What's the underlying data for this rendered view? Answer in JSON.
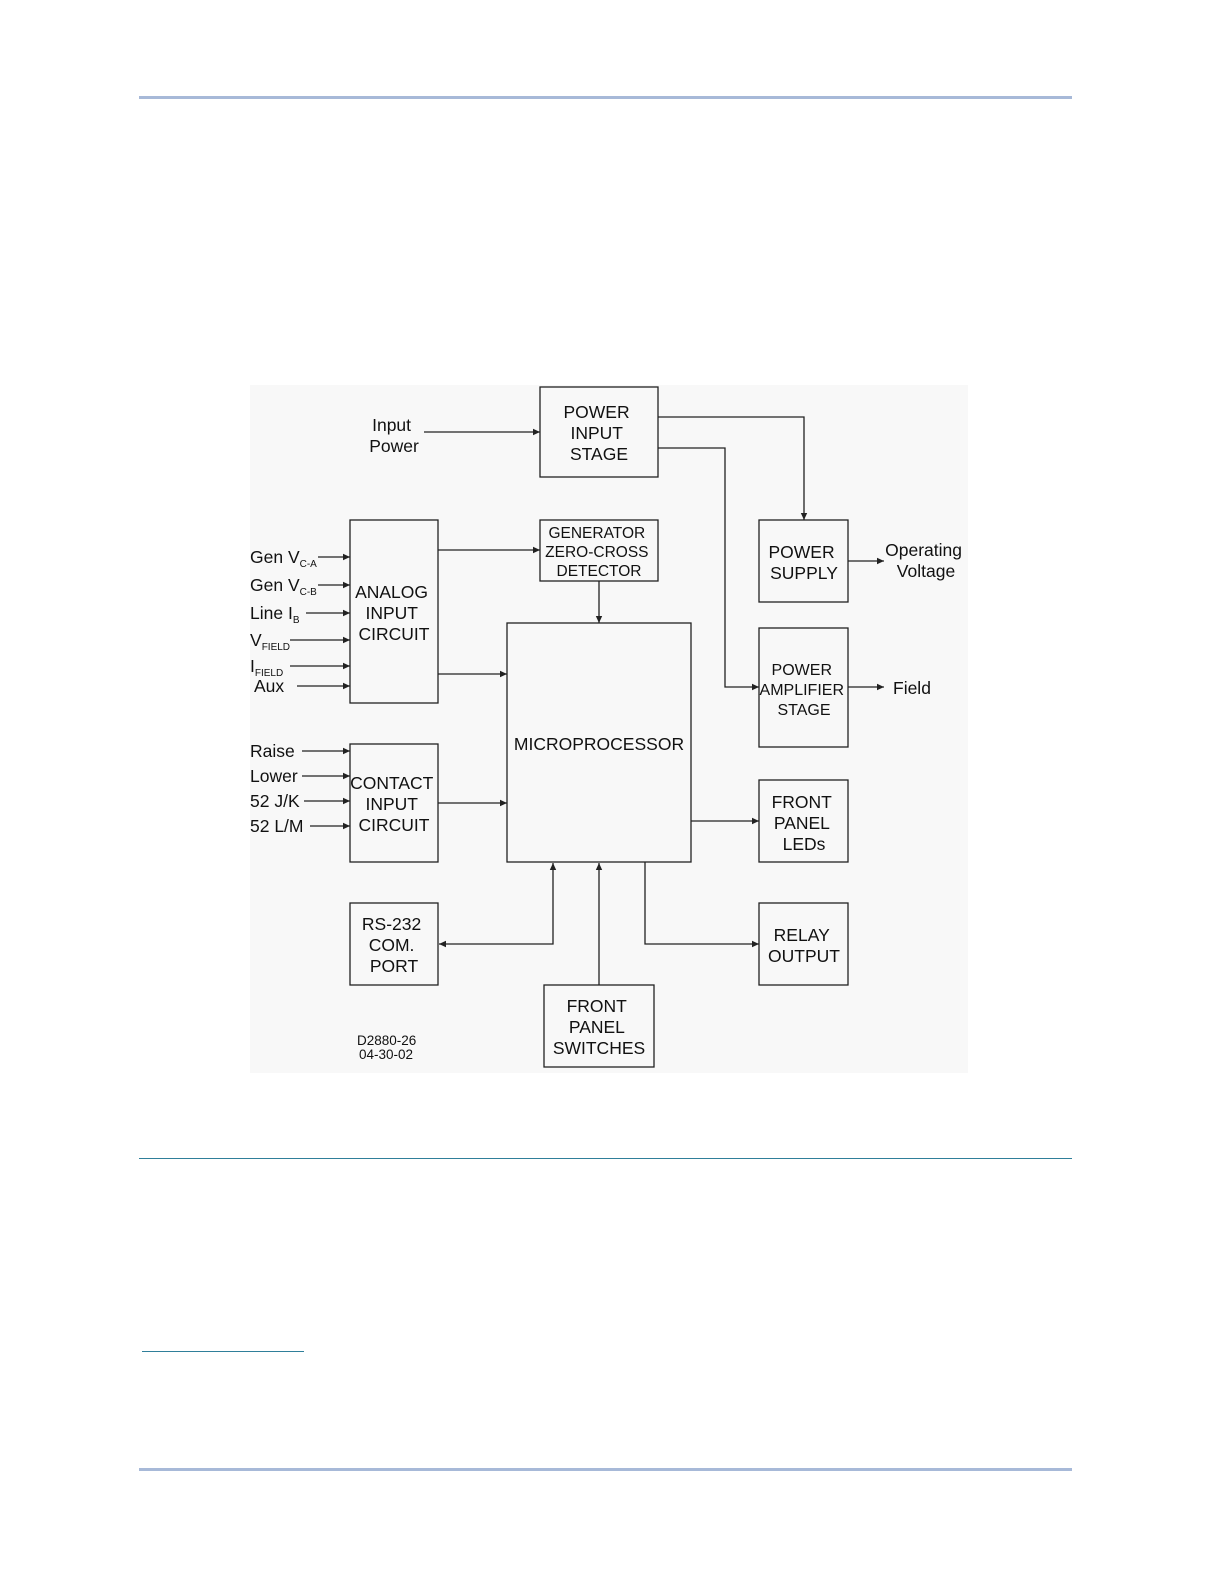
{
  "diagram": {
    "blocks": {
      "power_input_stage": [
        "POWER",
        "INPUT",
        "STAGE"
      ],
      "generator_zero_cross": [
        "GENERATOR",
        "ZERO-CROSS",
        "DETECTOR"
      ],
      "power_supply": [
        "POWER",
        "SUPPLY"
      ],
      "analog_input": [
        "ANALOG",
        "INPUT",
        "CIRCUIT"
      ],
      "microprocessor": [
        "MICROPROCESSOR"
      ],
      "power_amplifier": [
        "POWER",
        "AMPLIFIER",
        "STAGE"
      ],
      "contact_input": [
        "CONTACT",
        "INPUT",
        "CIRCUIT"
      ],
      "front_panel_leds": [
        "FRONT",
        "PANEL",
        "LEDs"
      ],
      "rs232_port": [
        "RS-232",
        "COM.",
        "PORT"
      ],
      "relay_output": [
        "RELAY",
        "OUTPUT"
      ],
      "front_panel_switches": [
        "FRONT",
        "PANEL",
        "SWITCHES"
      ]
    },
    "labels": {
      "input_power": [
        "Input",
        "Power"
      ],
      "operating_voltage": [
        "Operating",
        "Voltage"
      ],
      "field": "Field"
    },
    "analog_inputs": [
      {
        "main": "Gen V",
        "sub": "C-A"
      },
      {
        "main": "Gen V",
        "sub": "C-B"
      },
      {
        "main": "Line I",
        "sub": "B"
      },
      {
        "main": "V",
        "sub": "FIELD"
      },
      {
        "main": "I",
        "sub": "FIELD"
      },
      {
        "main": "Aux",
        "sub": ""
      }
    ],
    "contact_inputs": [
      "Raise",
      "Lower",
      "52 J/K",
      "52 L/M"
    ],
    "drawing_number": "D2880-26",
    "drawing_date": "04-30-02"
  }
}
